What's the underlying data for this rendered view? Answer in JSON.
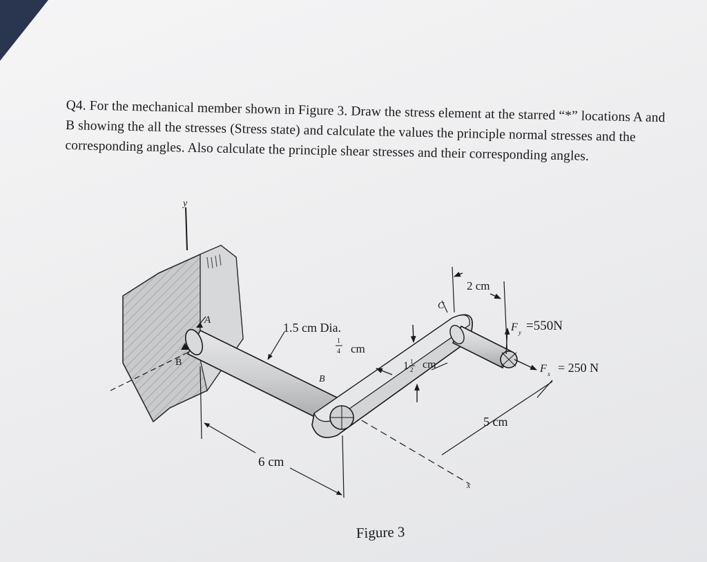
{
  "question": {
    "number": "Q4.",
    "text": "For the mechanical member shown in Figure 3. Draw the stress element at the starred “*” locations A and B showing the all the stresses (Stress state) and calculate the values the principle normal stresses and the corresponding angles. Also calculate the principle shear stresses and their corresponding angles."
  },
  "figure": {
    "caption": "Figure 3",
    "labels": {
      "y_axis": "y",
      "x_axis": "x",
      "point_a": "A",
      "point_b_wall": "B",
      "point_b_rod": "B",
      "point_c": "C",
      "diameter": "1.5 cm Dia.",
      "quarter_num": "1",
      "quarter_den": "4",
      "quarter_unit": "cm",
      "one_half_whole": "1",
      "one_half_num": "1",
      "one_half_den": "2",
      "one_half_unit": "cm",
      "two_cm": "2 cm",
      "fy_f": "F",
      "fy_sub": "y",
      "fy_value": "=550N",
      "fx_f": "F",
      "fx_sub": "x",
      "fx_value": "= 250 N",
      "five_cm": "5 cm",
      "six_cm": "6 cm"
    }
  }
}
